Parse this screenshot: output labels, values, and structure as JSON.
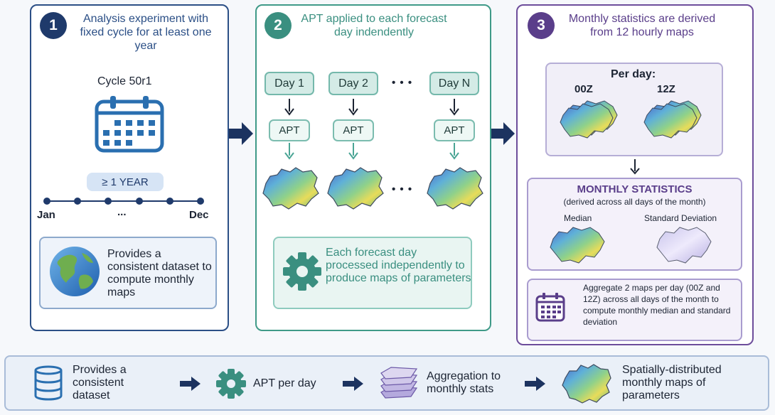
{
  "panel1": {
    "number": "1",
    "title": "Analysis experiment with fixed cycle for at least one year",
    "cycle_label": "Cycle 50r1",
    "year_badge": "≥ 1 YEAR",
    "timeline": {
      "start": "Jan",
      "middle": "...",
      "end": "Dec"
    },
    "info": "Provides a consistent dataset to compute monthly maps"
  },
  "panel2": {
    "number": "2",
    "title": "APT applied to each forecast day indendently",
    "days": [
      "Day 1",
      "Day 2",
      "Day N"
    ],
    "ellipsis": "• • •",
    "apt_label": "APT",
    "info": "Each forecast day processed independently to produce maps of parameters"
  },
  "panel3": {
    "number": "3",
    "title": "Monthly statistics are derived from 12 hourly maps",
    "per_day": "Per day:",
    "hour_00": "00Z",
    "hour_12": "12Z",
    "stats_title": "MONTHLY STATISTICS",
    "stats_subtitle": "(derived across all days of the month)",
    "median_label": "Median",
    "std_label": "Standard Deviation",
    "info": "Aggregate 2 maps per day (00Z and 12Z) across all days of the month to compute monthly median and standard deviation"
  },
  "summary": {
    "step1": "Provides a consistent dataset",
    "step2": "APT per day",
    "step3": "Aggregation to monthly stats",
    "step4": "Spatially-distributed monthly maps of parameters"
  },
  "colors": {
    "navy": "#1f3a6b",
    "teal": "#3a8f80",
    "purple": "#5a3e8a",
    "arrow": "#1c3360"
  }
}
